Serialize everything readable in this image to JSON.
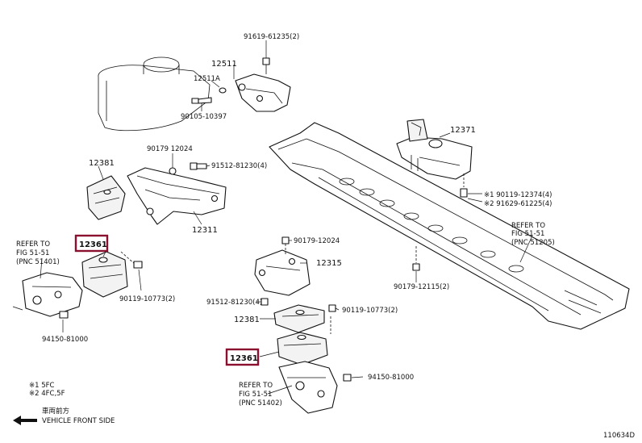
{
  "labels": {
    "p91619": "91619-61235(2)",
    "p12511": "12511",
    "p12511a": "12511A",
    "p90105": "90105-10397",
    "p12371": "12371",
    "p90119_12374": "※1 90119-12374(4)",
    "p91629": "※2 91629-61225(4)",
    "refer_right_1": "REFER TO",
    "refer_right_2": "FIG 51-51",
    "refer_right_3": "(PNC 51205)",
    "p90179_12115": "90179-12115(2)",
    "p90179_12024_top": "90179 12024",
    "p91512_top": "91512-81230(4)",
    "p12381_top": "12381",
    "p12311": "12311",
    "refer_left_1": "REFER TO",
    "refer_left_2": "FIG 51-51",
    "refer_left_3": "(PNC 51401)",
    "p12361_left": "12361",
    "p90119_10773_left": "90119-10773(2)",
    "p94150_left": "94150-81000",
    "p90179_12024_mid": "90179-12024",
    "p12315": "12315",
    "p91512_mid": "91512-81230(4)",
    "p90119_10773_mid": "90119-10773(2)",
    "p12381_mid": "12381",
    "p12361_mid": "12361",
    "p94150_mid": "94150-81000",
    "refer_bottom_1": "REFER TO",
    "refer_bottom_2": "FIG 51-51",
    "refer_bottom_3": "(PNC 51402)"
  },
  "notes": {
    "note1": "※1 5FC",
    "note2": "※2 4FC,5F"
  },
  "direction": {
    "jp": "車両前方",
    "en": "VEHICLE FRONT SIDE"
  },
  "diagram_id": "110634D",
  "colors": {
    "highlight": "#8b1030",
    "ink": "#111111"
  }
}
